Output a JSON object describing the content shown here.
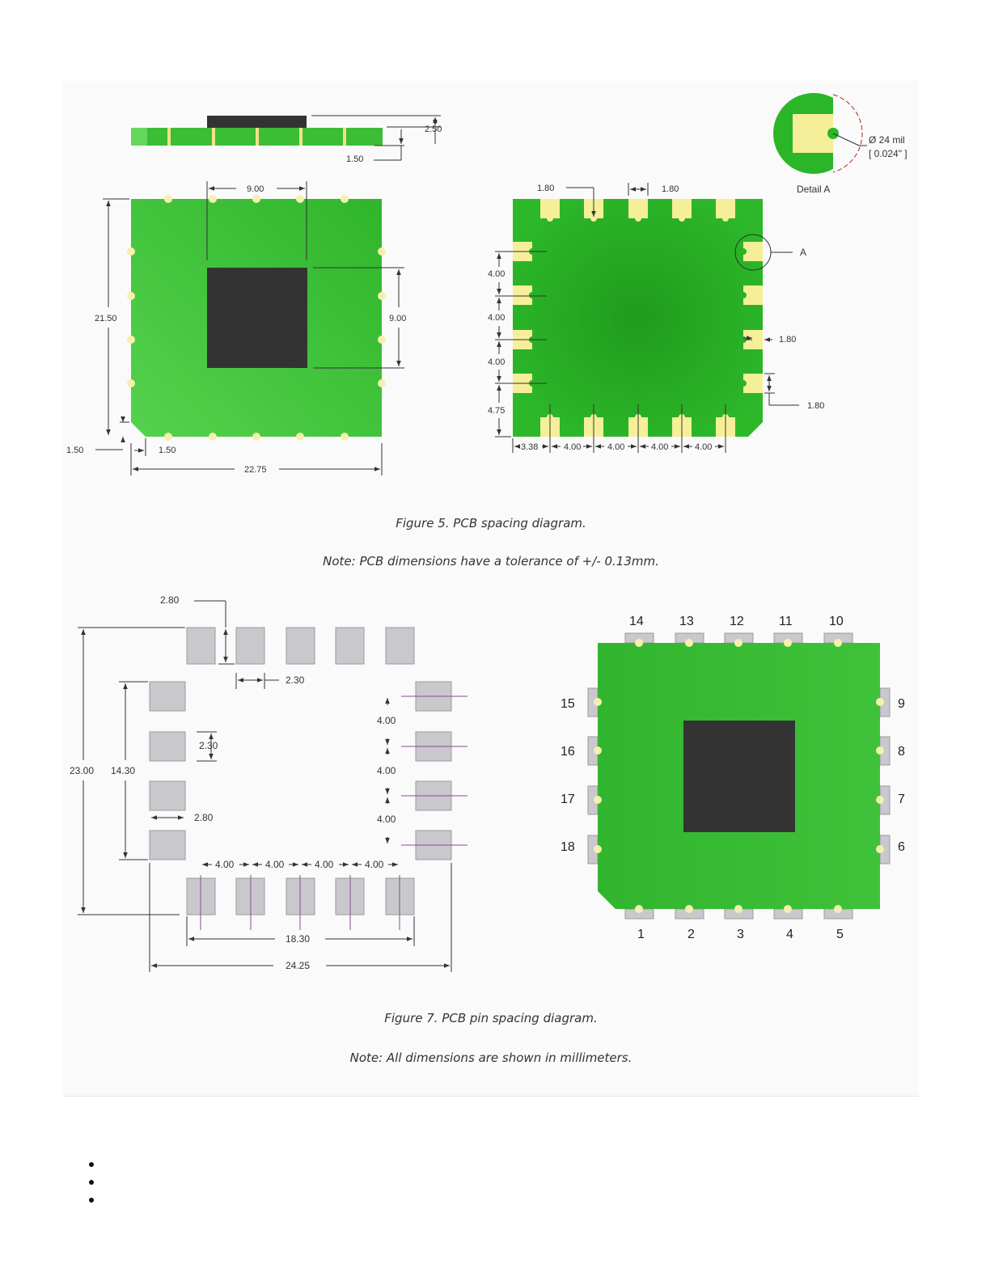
{
  "figure5": {
    "caption": "Figure 5. PCB spacing diagram.",
    "note": "Note: PCB dimensions have a tolerance of +/- 0.13mm.",
    "side_view": {
      "height": "2.50",
      "board_thickness": "1.50"
    },
    "top_view": {
      "shield_width": "9.00",
      "shield_height": "9.00",
      "board_height": "21.50",
      "board_width": "22.75",
      "chamfer_x": "1.50",
      "chamfer_y": "1.50"
    },
    "bottom_view": {
      "pad_width_top": "1.80",
      "pad_gap_top": "1.80",
      "left_pitch": [
        "4.00",
        "4.00",
        "4.00"
      ],
      "left_bottom": "4.75",
      "bottom_first": "3.38",
      "bottom_pitch": [
        "4.00",
        "4.00",
        "4.00",
        "4.00"
      ],
      "right_pad_width": "1.80",
      "right_pad_height": "1.80",
      "detail_marker": "A"
    },
    "detail_a": {
      "title": "Detail A",
      "hole_mil": "Ø 24 mil",
      "hole_inch": "[ 0.024\" ]"
    }
  },
  "figure7": {
    "caption": "Figure 7. PCB pin spacing diagram.",
    "note": "Note: All dimensions are shown in millimeters.",
    "footprint": {
      "pad_length_top": "2.80",
      "pad_gap_top": "2.30",
      "pad_size_left": "2.30",
      "pad_length_left": "2.80",
      "overall_height": "23.00",
      "left_span": "14.30",
      "right_pitch": [
        "4.00",
        "4.00",
        "4.00"
      ],
      "bottom_pitch": [
        "4.00",
        "4.00",
        "4.00",
        "4.00"
      ],
      "bottom_span": "18.30",
      "overall_width": "24.25"
    },
    "pins": {
      "bottom": [
        "1",
        "2",
        "3",
        "4",
        "5"
      ],
      "right": [
        "6",
        "7",
        "8",
        "9"
      ],
      "top": [
        "10",
        "11",
        "12",
        "13",
        "14"
      ],
      "left": [
        "15",
        "16",
        "17",
        "18"
      ]
    }
  },
  "list_items": [
    "",
    "",
    ""
  ],
  "colors": {
    "board_green": "#3fbf3a",
    "board_dark_green": "#22a31f",
    "shield": "#333333",
    "pad_yellow": "#f5ef9a",
    "pad_grey": "#c9c9cd",
    "centerline": "#8a4a94"
  }
}
